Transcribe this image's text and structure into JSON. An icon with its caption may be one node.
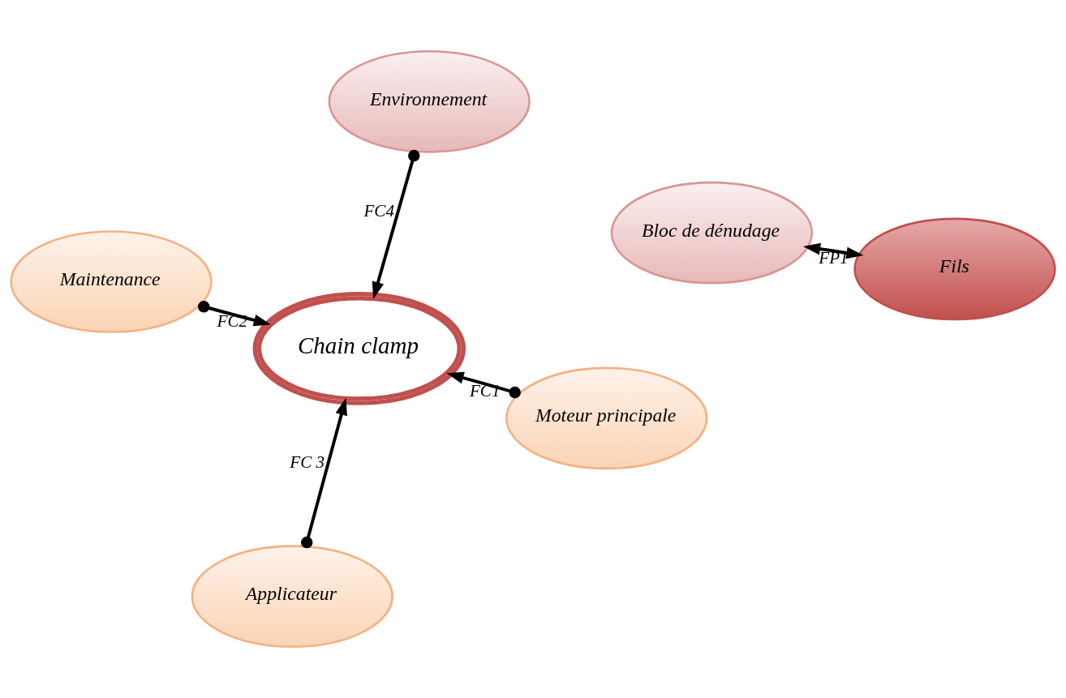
{
  "diagram": {
    "nodes": [
      {
        "text": [
          "Maintenance"
        ]
      },
      {
        "text": [
          "Moteur principale"
        ]
      },
      {
        "text": [
          "Applicateur"
        ]
      },
      {
        "text": [
          "Chain clamp"
        ]
      },
      {
        "text": [
          "Environnement"
        ]
      },
      {
        "text": [
          "Bloc de dénudage"
        ]
      },
      {
        "text": [
          "Fils"
        ]
      }
    ],
    "edges": [
      {
        "from": 0,
        "to": 3,
        "arrow": "to",
        "label": "FC2"
      },
      {
        "from": 1,
        "to": 3,
        "arrow": "to",
        "label": "FC1"
      },
      {
        "from": 2,
        "to": 3,
        "arrow": "to",
        "label": "FC 3"
      },
      {
        "from": 4,
        "to": 3,
        "arrow": "to",
        "label": "FC4"
      },
      {
        "from": 6,
        "to": 5,
        "arrow": "both",
        "label": "FP1"
      }
    ]
  }
}
